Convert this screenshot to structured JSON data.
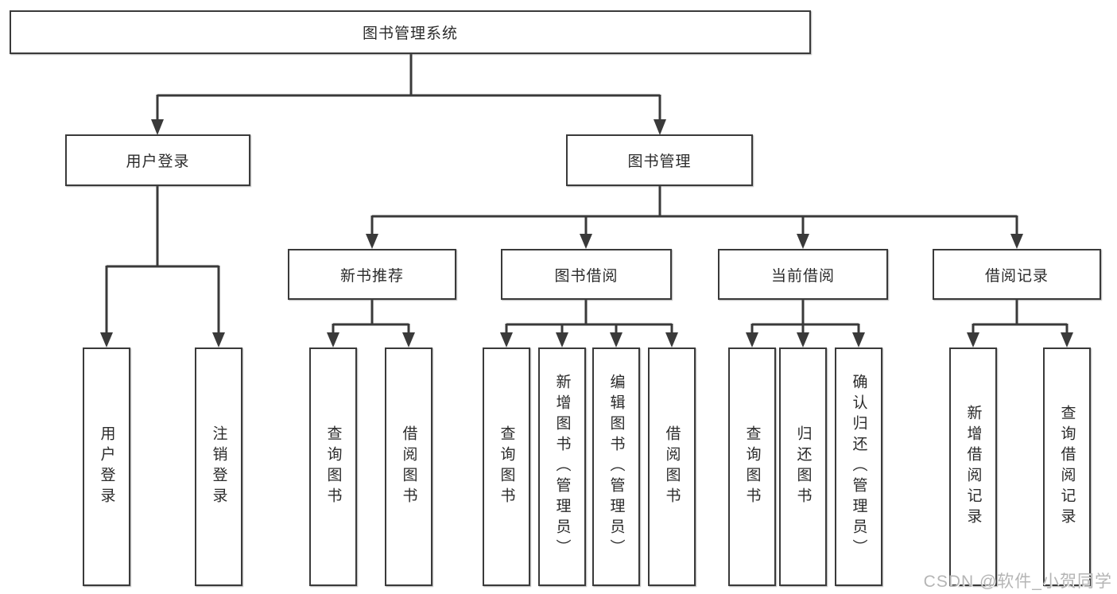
{
  "diagram": {
    "root": "图书管理系统",
    "branches": [
      {
        "label": "用户登录",
        "children": [
          "用户登录",
          "注销登录"
        ]
      },
      {
        "label": "图书管理",
        "sections": [
          {
            "label": "新书推荐",
            "children": [
              "查询图书",
              "借阅图书"
            ]
          },
          {
            "label": "图书借阅",
            "children": [
              "查询图书",
              "新增图书（管理员）",
              "编辑图书（管理员）",
              "借阅图书"
            ]
          },
          {
            "label": "当前借阅",
            "children": [
              "查询图书",
              "归还图书",
              "确认归还（管理员）"
            ]
          },
          {
            "label": "借阅记录",
            "children": [
              "新增借阅记录",
              "查询借阅记录"
            ]
          }
        ]
      }
    ]
  },
  "watermark": "CSDN @软件_小贺同学",
  "colors": {
    "line": "#3a3a3a",
    "box_border": "#3a3a3a",
    "text": "#2b2b2b",
    "watermark": "#b5b5b5",
    "background": "#ffffff"
  }
}
